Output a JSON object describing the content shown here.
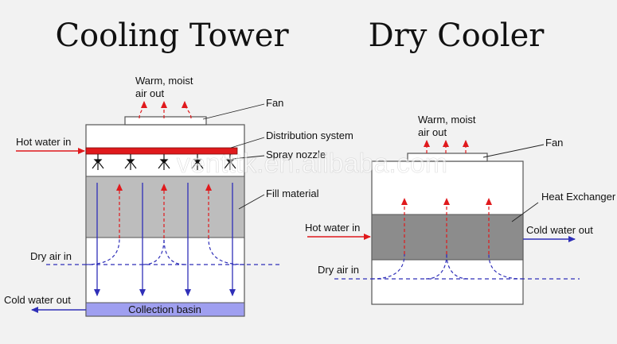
{
  "titles": {
    "cooling_tower": "Cooling Tower",
    "dry_cooler": "Dry Cooler"
  },
  "cooling_tower": {
    "warm_air_line1": "Warm, moist",
    "warm_air_line2": "air out",
    "fan": "Fan",
    "hot_water_in": "Hot water in",
    "distribution_system": "Distribution system",
    "spray_nozzle": "Spray nozzle",
    "fill_material": "Fill material",
    "dry_air_in": "Dry air in",
    "cold_water_out": "Cold water out",
    "collection_basin": "Collection basin"
  },
  "dry_cooler": {
    "warm_air_line1": "Warm, moist",
    "warm_air_line2": "air out",
    "fan": "Fan",
    "heat_exchanger": "Heat Exchanger",
    "hot_water_in": "Hot water in",
    "cold_water_out": "Cold water out",
    "dry_air_in": "Dry air in"
  },
  "watermark": "ventttk.en.alibaba.com",
  "colors": {
    "hot_water": "#e0191c",
    "cold_water": "#2f2fb8",
    "fill": "#bdbdbd",
    "heat_exchanger": "#8c8c8c",
    "basin": "#9f9ff0",
    "outline": "#555555"
  }
}
